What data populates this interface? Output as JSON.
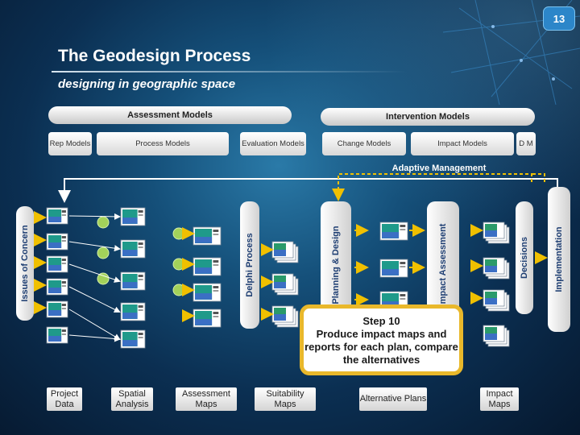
{
  "slide_number": "13",
  "title": "The Geodesign Process",
  "subtitle": "designing in geographic space",
  "bars": {
    "assessment": "Assessment Models",
    "intervention": "Intervention Models"
  },
  "model_boxes": {
    "rep": "Rep Models",
    "process": "Process Models",
    "evaluation": "Evaluation Models",
    "change": "Change Models",
    "impact": "Impact Models",
    "dm": "D M"
  },
  "adaptive_management": "Adaptive Management",
  "vertical_labels": {
    "issues": "Issues of Concern",
    "delphi": "Delphi Process",
    "planning": "Planning & Design",
    "impact_assessment": "Impact Assessment",
    "decisions": "Decisions",
    "implementation": "Implementation"
  },
  "bottom_labels": {
    "project_data": "Project Data",
    "spatial": "Spatial Analysis",
    "assessment_maps": "Assessment Maps",
    "suitability": "Suitability Maps",
    "alternative": "Alternative Plans",
    "impact_maps": "Impact Maps"
  },
  "callout": {
    "step": "Step 10",
    "text": "Produce impact maps and reports for each plan, compare the alternatives"
  },
  "colors": {
    "arrow": "#f0c000",
    "circle": "#a3d15a",
    "callout_border": "#e9b82b",
    "badge": "#2c86c9"
  }
}
